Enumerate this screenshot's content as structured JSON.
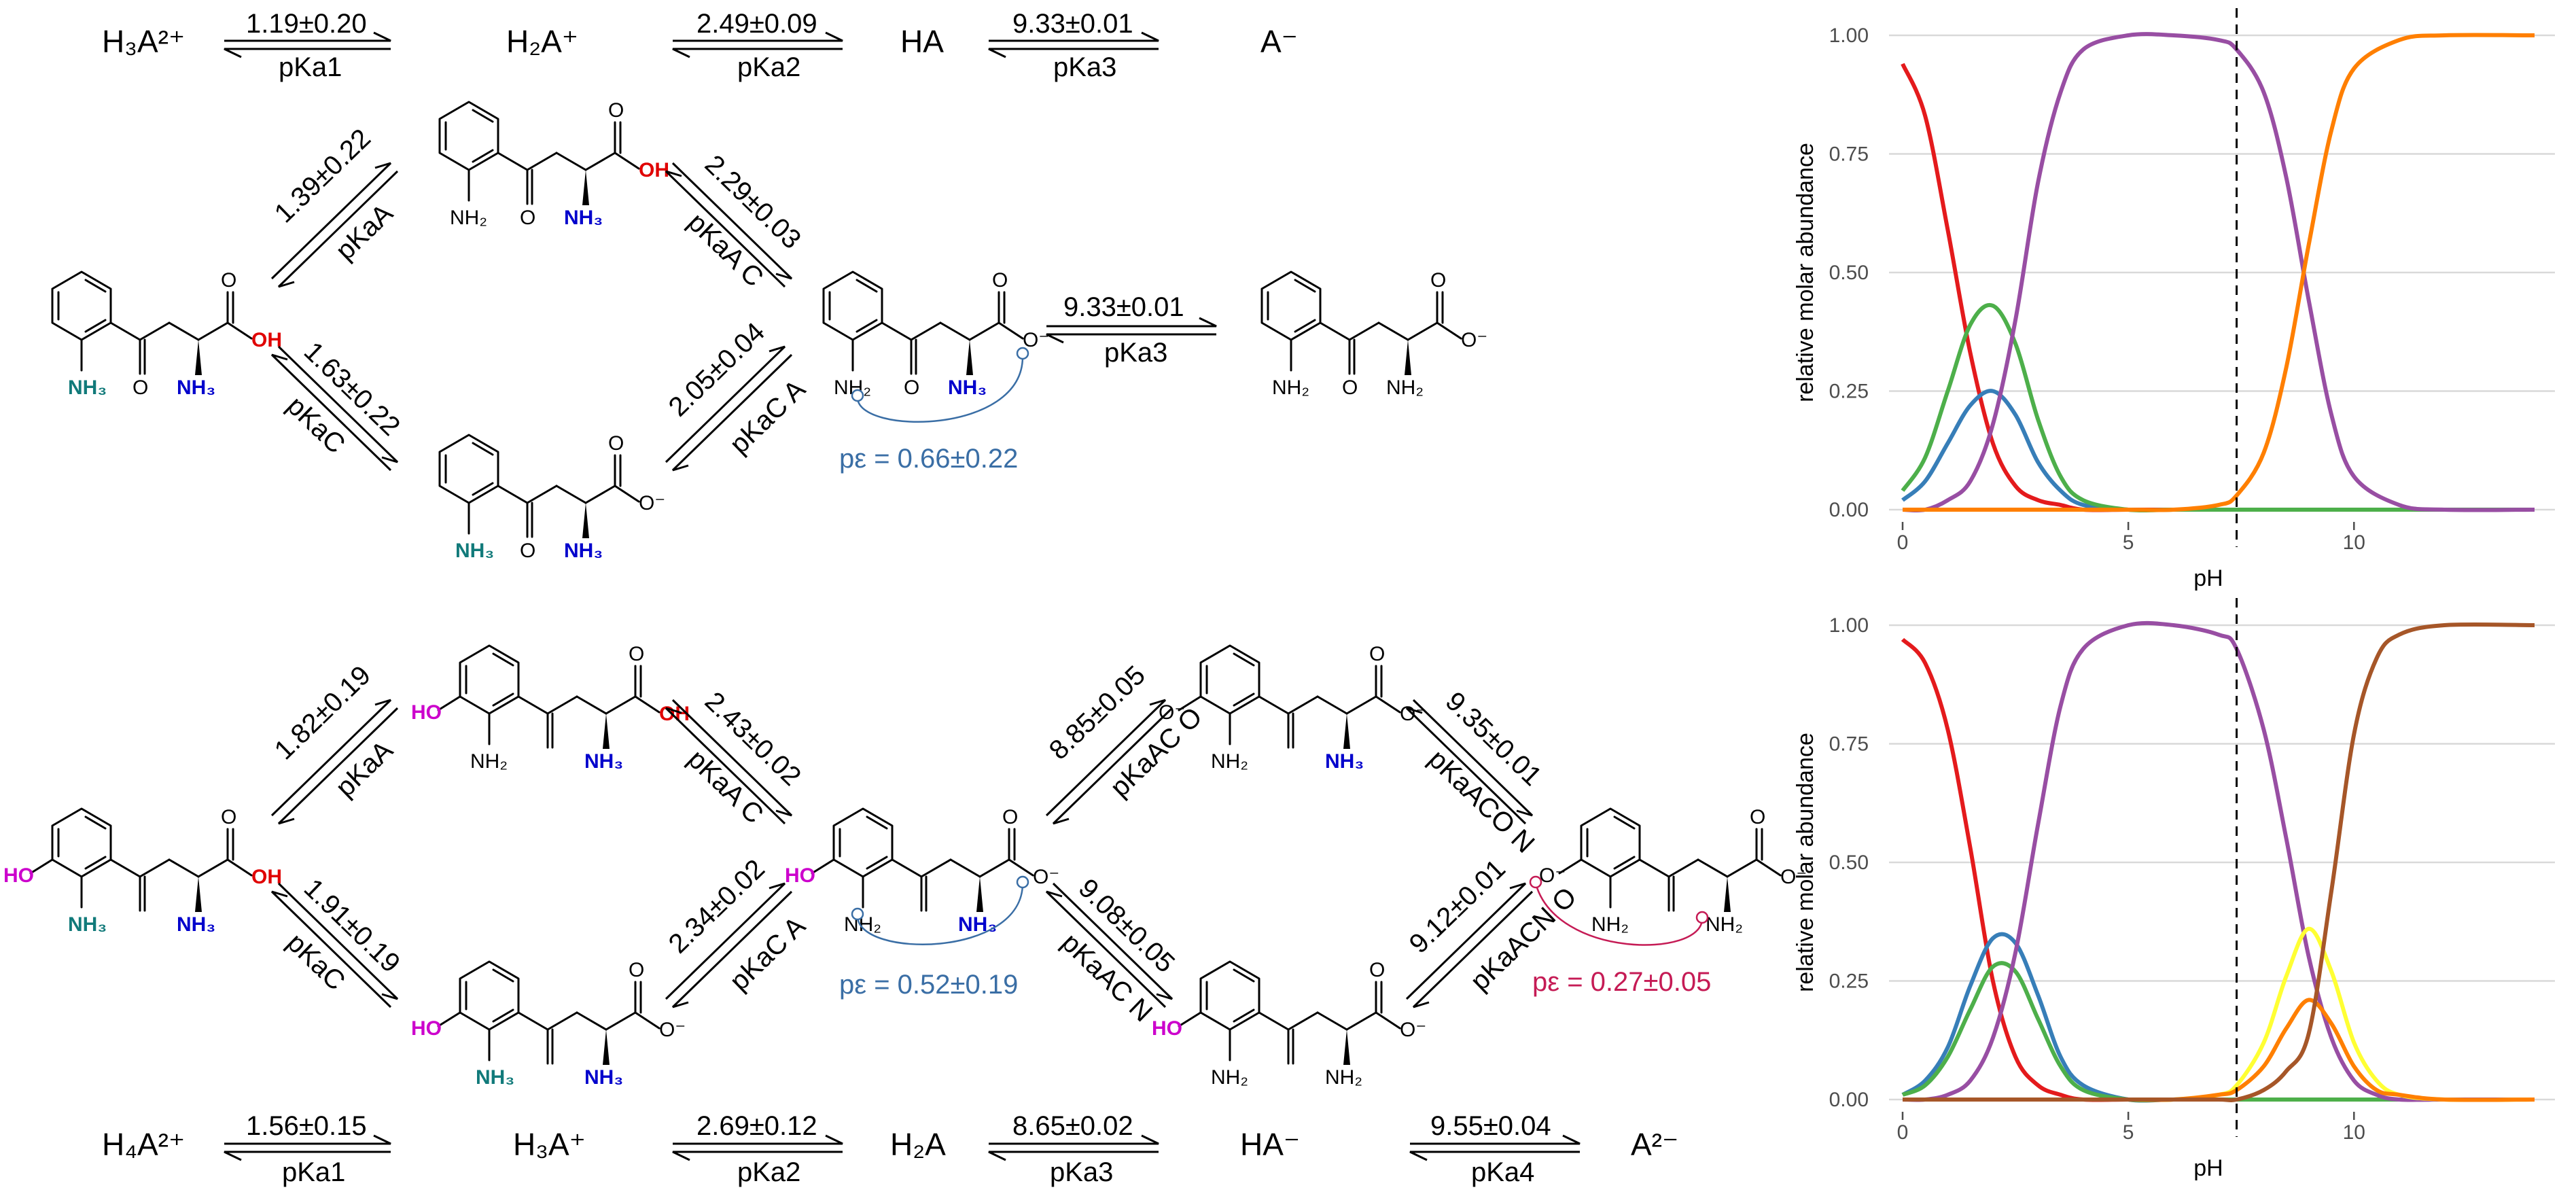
{
  "colors": {
    "h4a": "#e41a1c",
    "h3a_n": "#377eb8",
    "h3a_o": "#4daf4a",
    "h2a": "#984ea3",
    "ha_o": "#ffff33",
    "ha_n": "#ff7f00",
    "a2": "#a65628",
    "eps_top": "#3a6ea5",
    "eps_red": "#c51b55",
    "amino": "#0000cc",
    "anilinium": "#117a7a",
    "hydroxyl": "#cc00cc",
    "carboxyl": "#e00000"
  },
  "top": {
    "macro": {
      "h3a": "H₃A²⁺",
      "h2a": "H₂A⁺",
      "ha": "HA",
      "a": "A⁻",
      "k1_val": "1.19±0.20",
      "k1_lbl": "pKa1",
      "k2_val": "2.49±0.09",
      "k2_lbl": "pKa2",
      "k3_val": "9.33±0.01",
      "k3_lbl": "pKa3"
    },
    "micro": {
      "v1": "1.39±0.22",
      "l1": "pKaA",
      "v2": "1.63±0.22",
      "l2": "pKaC",
      "v3": "2.29±0.03",
      "l3": "pKaA C",
      "v4": "2.05±0.04",
      "l4": "pKaC A",
      "v5": "9.33±0.01",
      "l5": "pKa3",
      "eps": "pε = 0.66±0.22"
    }
  },
  "bottom": {
    "macro": {
      "h4a": "H₄A²⁺",
      "h3a": "H₃A⁺",
      "h2a": "H₂A",
      "ha": "HA⁻",
      "a": "A²⁻",
      "k1_val": "1.56±0.15",
      "k1_lbl": "pKa1",
      "k2_val": "2.69±0.12",
      "k2_lbl": "pKa2",
      "k3_val": "8.65±0.02",
      "k3_lbl": "pKa3",
      "k4_val": "9.55±0.04",
      "k4_lbl": "pKa4"
    },
    "micro": {
      "v1": "1.82±0.19",
      "l1": "pKaA",
      "v2": "1.91±0.19",
      "l2": "pKaC",
      "v3": "2.43±0.02",
      "l3": "pKaA C",
      "v4": "2.34±0.02",
      "l4": "pKaC A",
      "v5": "8.85±0.05",
      "l5": "pKaAC O",
      "v6": "9.08±0.05",
      "l6": "pKaAC N",
      "v7": "9.35±0.01",
      "l7": "pKaACO N",
      "v8": "9.12±0.01",
      "l8": "pKaACN O",
      "eps1": "pε = 0.52±0.19",
      "eps2": "pε = 0.27±0.05"
    }
  },
  "atoms": {
    "oh": "OH",
    "o": "O",
    "ominus": "O⁻",
    "nh2": "NH₂",
    "nh3": "NH₃",
    "plus": "+",
    "ho": "HO",
    "n": "N"
  },
  "chart_data": [
    {
      "type": "line",
      "title": "",
      "xlabel": "pH",
      "ylabel": "relative molar abundance",
      "xlim": [
        0,
        14
      ],
      "ylim": [
        0,
        1
      ],
      "xticks": [
        0,
        5,
        10
      ],
      "yticks": [
        "0.00",
        "0.25",
        "0.50",
        "0.75",
        "1.00"
      ],
      "grid": "horizontal",
      "vline_pH": 7.4,
      "x": [
        0,
        0.5,
        1,
        1.5,
        2,
        2.5,
        3,
        3.5,
        4,
        5,
        6,
        7,
        7.4,
        8,
        8.5,
        9,
        9.5,
        10,
        11,
        12,
        14
      ],
      "series": [
        {
          "color": "#e41a1c",
          "values": [
            0.94,
            0.83,
            0.59,
            0.33,
            0.14,
            0.05,
            0.02,
            0.01,
            0,
            0,
            0,
            0,
            0,
            0,
            0,
            0,
            0,
            0,
            0,
            0,
            0
          ]
        },
        {
          "color": "#377eb8",
          "values": [
            0.02,
            0.06,
            0.14,
            0.22,
            0.25,
            0.2,
            0.1,
            0.04,
            0.01,
            0,
            0,
            0,
            0,
            0,
            0,
            0,
            0,
            0,
            0,
            0,
            0
          ]
        },
        {
          "color": "#4daf4a",
          "values": [
            0.04,
            0.11,
            0.25,
            0.39,
            0.43,
            0.35,
            0.19,
            0.07,
            0.02,
            0,
            0,
            0,
            0,
            0,
            0,
            0,
            0,
            0,
            0,
            0,
            0
          ]
        },
        {
          "color": "#984ea3",
          "values": [
            0,
            0,
            0.02,
            0.06,
            0.18,
            0.4,
            0.69,
            0.88,
            0.97,
            1.0,
            1.0,
            0.99,
            0.97,
            0.88,
            0.7,
            0.44,
            0.2,
            0.07,
            0.01,
            0,
            0
          ]
        },
        {
          "color": "#ff7f00",
          "values": [
            0,
            0,
            0,
            0,
            0,
            0,
            0,
            0,
            0,
            0,
            0,
            0.01,
            0.03,
            0.12,
            0.3,
            0.56,
            0.8,
            0.93,
            0.99,
            1.0,
            1.0
          ]
        }
      ]
    },
    {
      "type": "line",
      "title": "",
      "xlabel": "pH",
      "ylabel": "relative molar abundance",
      "xlim": [
        0,
        14
      ],
      "ylim": [
        0,
        1
      ],
      "xticks": [
        0,
        5,
        10
      ],
      "yticks": [
        "0.00",
        "0.25",
        "0.50",
        "0.75",
        "1.00"
      ],
      "grid": "horizontal",
      "vline_pH": 7.4,
      "x": [
        0,
        0.5,
        1,
        1.5,
        2,
        2.5,
        3,
        3.5,
        4,
        5,
        6,
        7,
        7.4,
        8,
        8.5,
        9,
        9.5,
        10,
        10.5,
        11,
        12,
        14
      ],
      "series": [
        {
          "color": "#e41a1c",
          "values": [
            0.97,
            0.92,
            0.78,
            0.53,
            0.25,
            0.09,
            0.03,
            0.01,
            0,
            0,
            0,
            0,
            0,
            0,
            0,
            0,
            0,
            0,
            0,
            0,
            0,
            0
          ]
        },
        {
          "color": "#377eb8",
          "values": [
            0.01,
            0.04,
            0.11,
            0.24,
            0.34,
            0.33,
            0.22,
            0.09,
            0.03,
            0,
            0,
            0,
            0,
            0,
            0,
            0,
            0,
            0,
            0,
            0,
            0,
            0
          ]
        },
        {
          "color": "#4daf4a",
          "values": [
            0.01,
            0.03,
            0.09,
            0.19,
            0.28,
            0.27,
            0.17,
            0.07,
            0.02,
            0,
            0,
            0,
            0,
            0,
            0,
            0,
            0,
            0,
            0,
            0,
            0,
            0
          ]
        },
        {
          "color": "#984ea3",
          "values": [
            0,
            0,
            0.01,
            0.04,
            0.13,
            0.31,
            0.58,
            0.83,
            0.95,
            1.0,
            1.0,
            0.98,
            0.95,
            0.78,
            0.55,
            0.3,
            0.13,
            0.04,
            0.01,
            0,
            0,
            0
          ]
        },
        {
          "color": "#ffff33",
          "values": [
            0,
            0,
            0,
            0,
            0,
            0,
            0,
            0,
            0,
            0,
            0,
            0.01,
            0.03,
            0.12,
            0.26,
            0.36,
            0.27,
            0.12,
            0.04,
            0.01,
            0,
            0
          ]
        },
        {
          "color": "#ff7f00",
          "values": [
            0,
            0,
            0,
            0,
            0,
            0,
            0,
            0,
            0,
            0,
            0,
            0.01,
            0.02,
            0.07,
            0.15,
            0.21,
            0.16,
            0.07,
            0.02,
            0.01,
            0,
            0
          ]
        },
        {
          "color": "#a65628",
          "values": [
            0,
            0,
            0,
            0,
            0,
            0,
            0,
            0,
            0,
            0,
            0,
            0,
            0,
            0.02,
            0.06,
            0.14,
            0.44,
            0.77,
            0.93,
            0.98,
            1.0,
            1.0
          ]
        }
      ]
    }
  ]
}
